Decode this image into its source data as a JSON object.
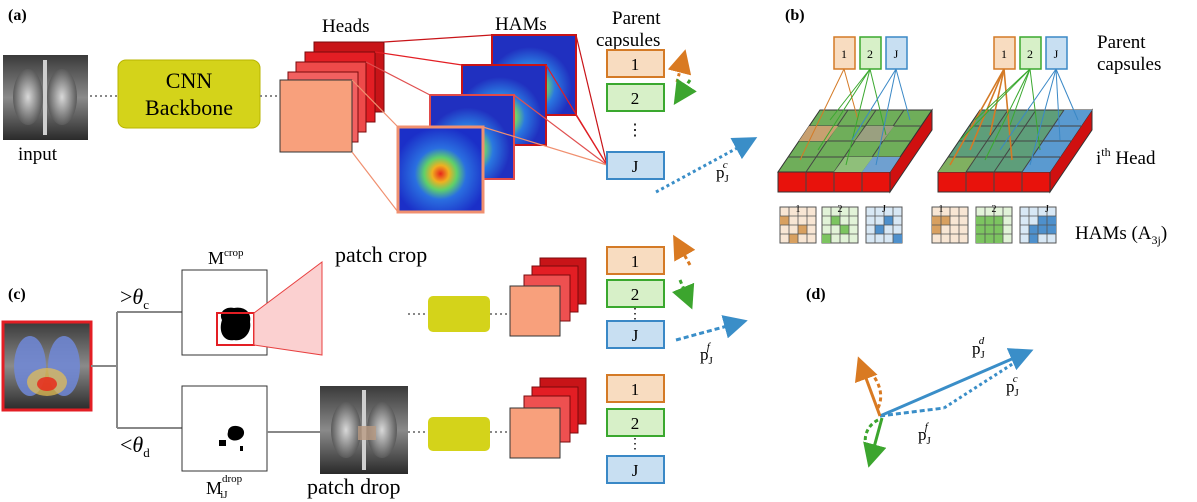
{
  "panels": {
    "a": "(a)",
    "b": "(b)",
    "c": "(c)",
    "d": "(d)"
  },
  "panel_a": {
    "input_label": "input",
    "backbone_line1": "CNN",
    "backbone_line2": "Backbone",
    "heads_label": "Heads",
    "hams_label": "HAMs",
    "parent_line1": "Parent",
    "parent_line2": "capsules",
    "capsules": [
      "1",
      "2",
      "J"
    ],
    "dots": "⋮",
    "vec_base": "p",
    "vec_sub": "J",
    "vec_sup": "c"
  },
  "panel_b": {
    "cap_left": [
      "1",
      "2",
      "J"
    ],
    "cap_right": [
      "1",
      "2",
      "J"
    ],
    "parent_line1": "Parent",
    "parent_line2": "capsules",
    "head_prefix": "i",
    "head_sup": "th",
    "head_suffix": " Head",
    "ham_left": [
      "1",
      "2",
      "J"
    ],
    "ham_right": [
      "1",
      "2",
      "J"
    ],
    "hams_text": "HAMs (A",
    "hams_sub": "3j",
    "hams_close": ")"
  },
  "panel_c": {
    "crop_gt": ">",
    "theta": "θ",
    "sub_c": "c",
    "lt": "<",
    "sub_d": "d",
    "m_base": "M",
    "m_crop_sup": "crop",
    "m_drop_sup": "drop",
    "m_drop_sub": "iJ",
    "patch_crop": "patch crop",
    "patch_drop": "patch drop",
    "capsules": [
      "1",
      "2",
      "J"
    ],
    "dots": "⋮",
    "vec_base": "p",
    "vec_sub": "J",
    "vec_sup": "f"
  },
  "panel_d": {
    "pd_base": "p",
    "pd_sub": "J",
    "pd_sup": "d",
    "pc_base": "p",
    "pc_sub": "J",
    "pc_sup": "c",
    "pf_base": "p",
    "pf_sub": "J",
    "pf_sup": "f"
  },
  "colors": {
    "cap1_fill": "#f8dcc0",
    "cap1_stroke": "#d47a26",
    "cap2_fill": "#d7f0c8",
    "cap2_stroke": "#3aa82e",
    "capJ_fill": "#c8dff2",
    "capJ_stroke": "#3a88c6",
    "backbone": "#d4d31a",
    "head_front": "#f8a07c",
    "head_back": "#e31e24",
    "vec_blue": "#3a8ec8",
    "vec_orange": "#d97a22",
    "vec_green": "#3ca52e"
  }
}
